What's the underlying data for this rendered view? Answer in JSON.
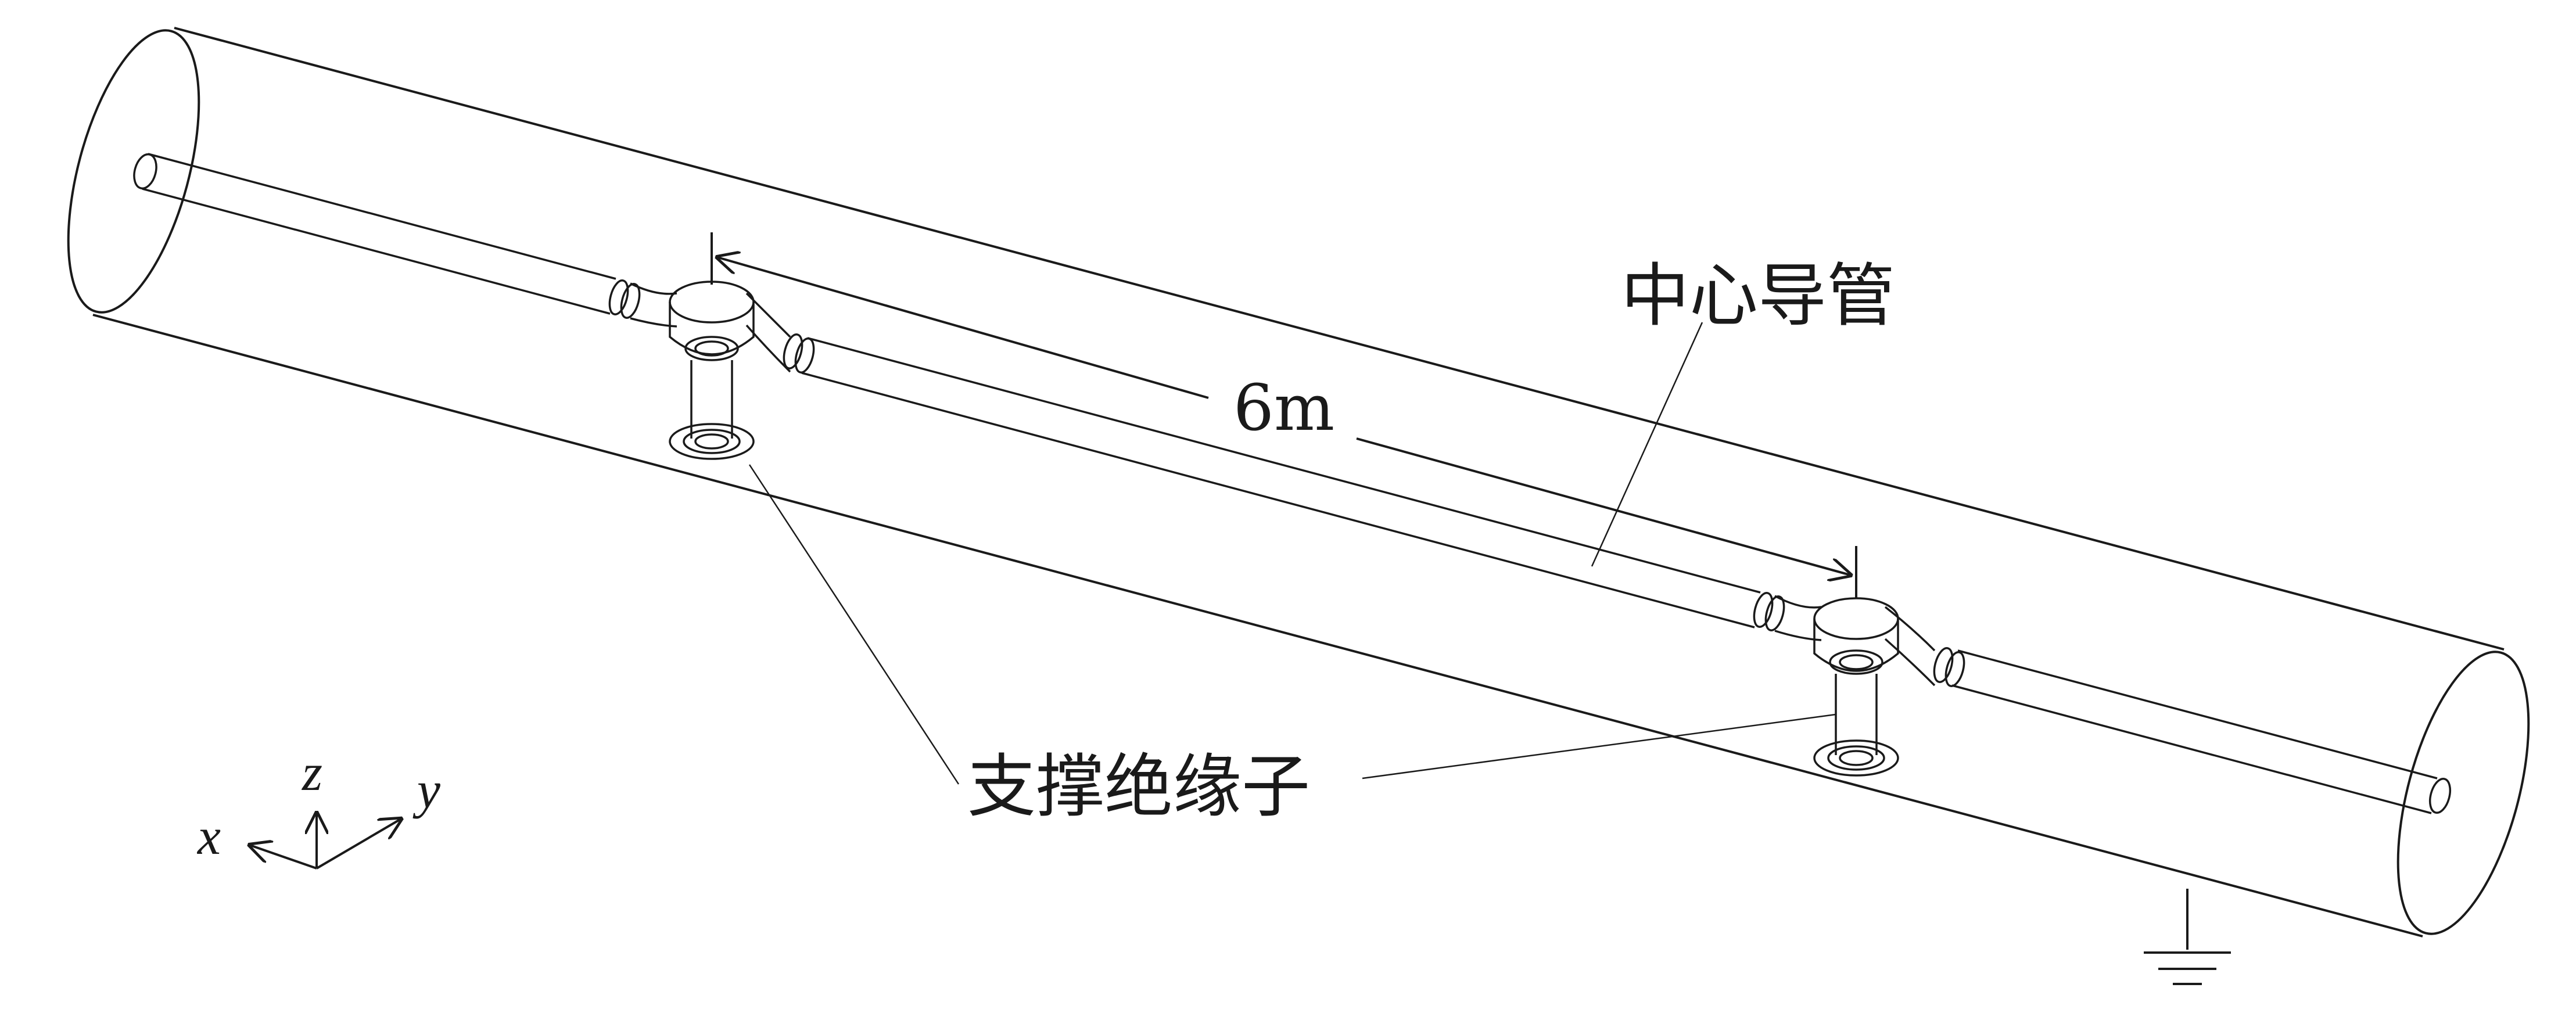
{
  "labels": {
    "dimension": "6m",
    "center_conductor": "中心导管",
    "support_insulator": "支撑绝缘子"
  },
  "axes": {
    "x": "x",
    "y": "y",
    "z": "z"
  },
  "colors": {
    "line": "#1a1a1a",
    "background": "#ffffff"
  },
  "icons": [
    "ground-symbol",
    "axis-triad",
    "dimension-arrow"
  ]
}
